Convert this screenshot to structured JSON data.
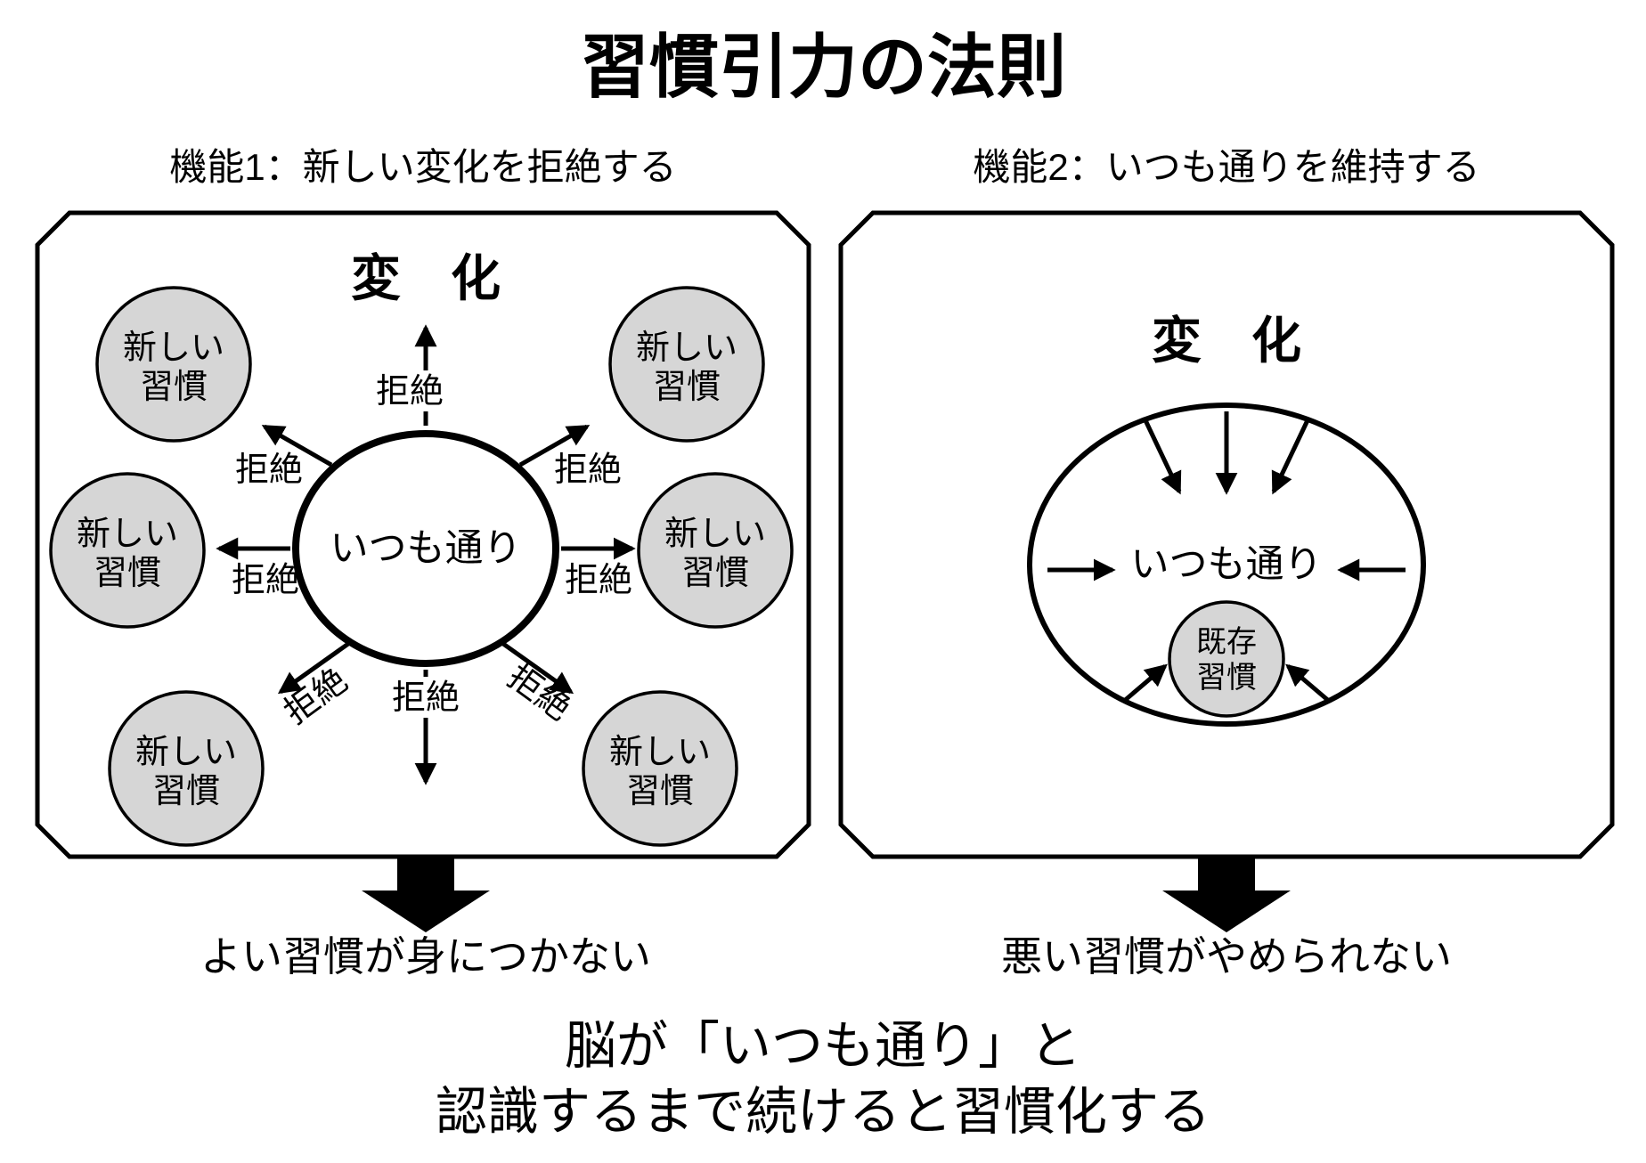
{
  "title": "習慣引力の法則",
  "left_panel": {
    "heading": "機能1：新しい変化を拒絶する",
    "change_label": "変　化",
    "center_label": "いつも通り",
    "reject_label": "拒絶",
    "habit_circle": {
      "line1": "新しい",
      "line2": "習慣"
    },
    "result": "よい習慣が身につかない"
  },
  "right_panel": {
    "heading": "機能2：いつも通りを維持する",
    "change_label": "変　化",
    "center_label": "いつも通り",
    "habit_circle": {
      "line1": "既存",
      "line2": "習慣"
    },
    "result": "悪い習慣がやめられない"
  },
  "footer": {
    "line1": "脳が「いつも通り」と",
    "line2": "認識するまで続けると習慣化する"
  },
  "colors": {
    "ink": "#000000",
    "habit_circle_fill": "#d6d6d6",
    "background": "#ffffff"
  }
}
